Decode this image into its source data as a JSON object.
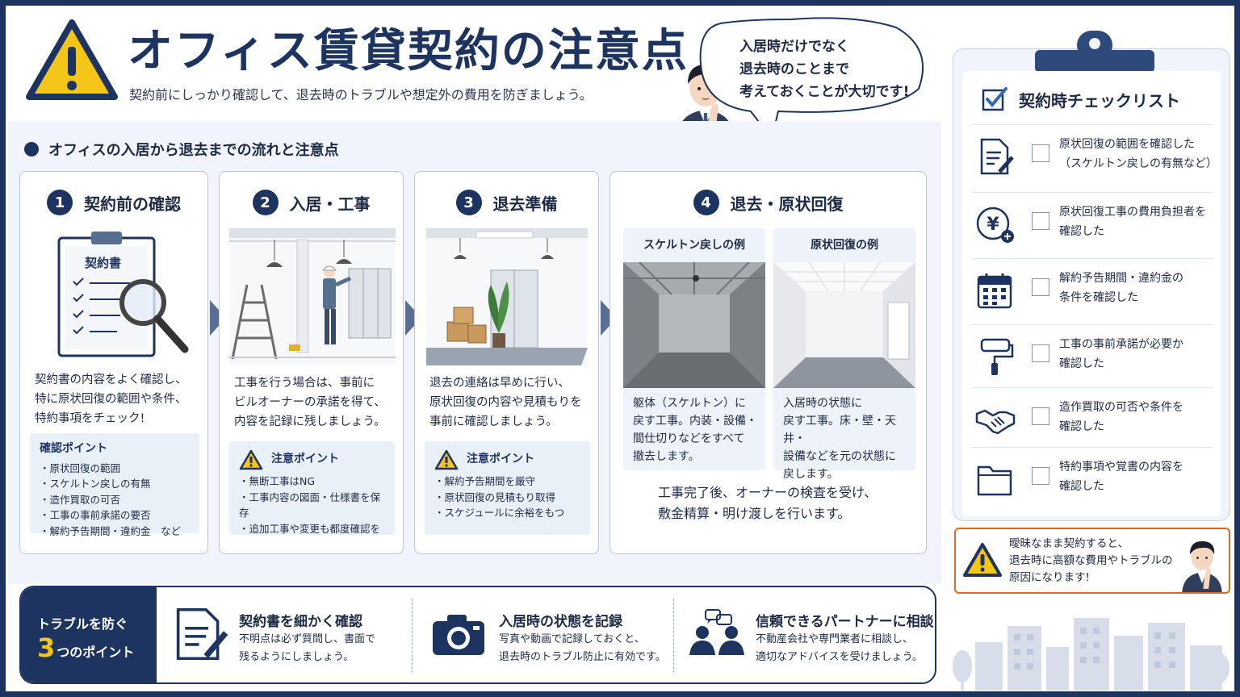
{
  "header": {
    "title": "オフィス賃貸契約の注意点",
    "subtitle": "契約前にしっかり確認して、退去時のトラブルや想定外の費用を防ぎましょう。",
    "bubble_lines": [
      "入居時だけでなく",
      "退去時のことまで",
      "考えておくことが大切です!"
    ]
  },
  "flow": {
    "heading": "オフィスの入居から退去までの流れと注意点",
    "steps": [
      {
        "num": "1",
        "title": "契約前の確認",
        "doc_label": "契約書",
        "desc": [
          "契約書の内容をよく確認し、",
          "特に原状回復の範囲や条件、",
          "特約事項をチェック!"
        ],
        "point_title": "確認ポイント",
        "points": [
          "原状回復の範囲",
          "スケルトン戻しの有無",
          "造作買取の可否",
          "工事の事前承諾の要否",
          "解約予告期間・違約金　など"
        ]
      },
      {
        "num": "2",
        "title": "入居・工事",
        "desc": [
          "工事を行う場合は、事前に",
          "ビルオーナーの承諾を得て、",
          "内容を記録に残しましょう。"
        ],
        "point_title": "注意ポイント",
        "points": [
          "無断工事はNG",
          "工事内容の図面・仕様書を保存",
          "追加工事や変更も都度確認を"
        ]
      },
      {
        "num": "3",
        "title": "退去準備",
        "desc": [
          "退去の連絡は早めに行い、",
          "原状回復の内容や見積もりを",
          "事前に確認しましょう。"
        ],
        "point_title": "注意ポイント",
        "points": [
          "解約予告期間を厳守",
          "原状回復の見積もり取得",
          "スケジュールに余裕をもつ"
        ]
      },
      {
        "num": "4",
        "title": "退去・原状回復",
        "sub": [
          {
            "title": "スケルトン戻しの例",
            "desc": [
              "躯体（スケルトン）に",
              "戻す工事。内装・設備・",
              "間仕切りなどをすべて",
              "撤去します。"
            ]
          },
          {
            "title": "原状回復の例",
            "desc": [
              "入居時の状態に",
              "戻す工事。床・壁・天井・",
              "設備などを元の状態に",
              "戻します。"
            ]
          }
        ],
        "footer": [
          "工事完了後、オーナーの検査を受け、",
          "敷金精算・明け渡しを行います。"
        ]
      }
    ]
  },
  "checklist": {
    "title": "契約時チェックリスト",
    "items": [
      {
        "icon": "document-pen-icon",
        "lines": [
          "原状回復の範囲を確認した",
          "（スケルトン戻しの有無など）"
        ]
      },
      {
        "icon": "yen-coin-icon",
        "lines": [
          "原状回復工事の費用負担者を",
          "確認した"
        ]
      },
      {
        "icon": "calendar-icon",
        "lines": [
          "解約予告期間・違約金の",
          "条件を確認した"
        ]
      },
      {
        "icon": "paint-roller-icon",
        "lines": [
          "工事の事前承諾が必要か",
          "確認した"
        ]
      },
      {
        "icon": "handshake-icon",
        "lines": [
          "造作買取の可否や条件を",
          "確認した"
        ]
      },
      {
        "icon": "folder-icon",
        "lines": [
          "特約事項や覚書の内容を",
          "確認した"
        ]
      }
    ]
  },
  "alert": {
    "lines": [
      "曖昧なまま契約すると、",
      "退去時に高額な費用やトラブルの",
      "原因になります!"
    ]
  },
  "tips": {
    "label_line1": "トラブルを防ぐ",
    "label_num": "3",
    "label_suffix": "つのポイント",
    "items": [
      {
        "icon": "document-pen-icon",
        "title": "契約書を細かく確認",
        "desc": [
          "不明点は必ず質問し、書面で",
          "残るようにしましょう。"
        ]
      },
      {
        "icon": "camera-icon",
        "title": "入居時の状態を記録",
        "desc": [
          "写真や動画で記録しておくと、",
          "退去時のトラブル防止に有効です。"
        ]
      },
      {
        "icon": "consult-people-icon",
        "title": "信頼できるパートナーに相談",
        "desc": [
          "不動産会社や専門業者に相談し、",
          "適切なアドバイスを受けましょう。"
        ]
      }
    ]
  },
  "colors": {
    "navy": "#1d3461",
    "warning_yellow": "#f5c518",
    "alert_orange": "#d66a2c",
    "panel_bg": "#f1f4fa"
  }
}
